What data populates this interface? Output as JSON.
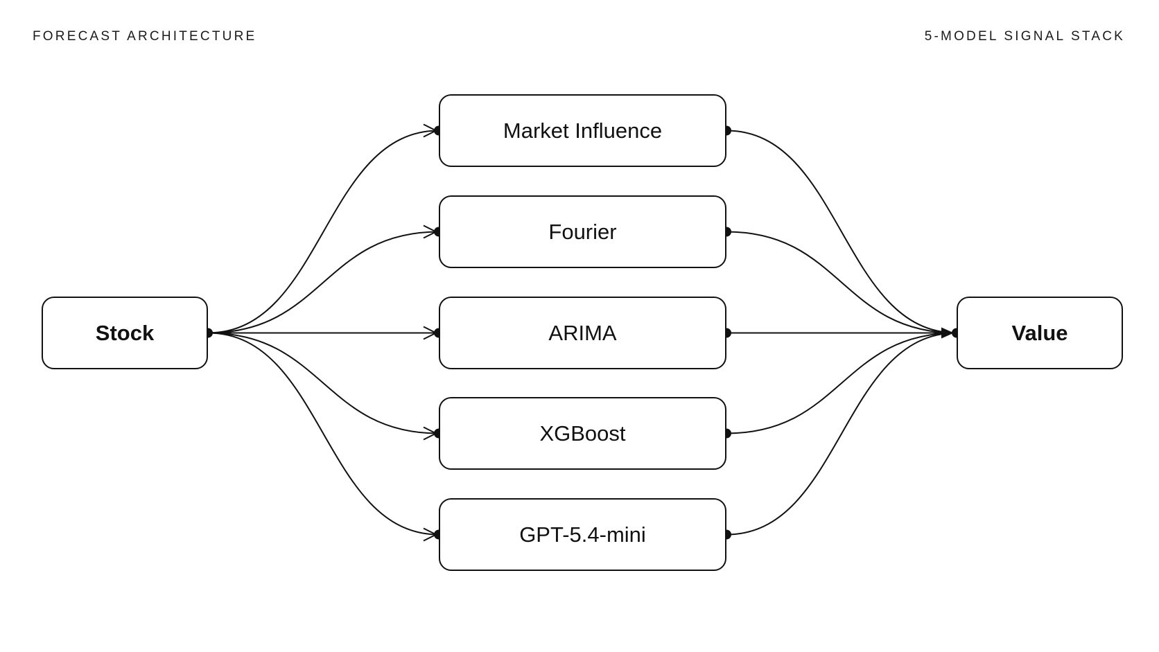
{
  "header": {
    "left_title": "FORECAST ARCHITECTURE",
    "right_title": "5-MODEL SIGNAL STACK"
  },
  "nodes": {
    "source": "Stock",
    "target": "Value",
    "models": [
      "Market Influence",
      "Fourier",
      "ARIMA",
      "XGBoost",
      "GPT-5.4-mini"
    ]
  },
  "edges": [
    {
      "from": "Stock",
      "to": "Market Influence"
    },
    {
      "from": "Stock",
      "to": "Fourier"
    },
    {
      "from": "Stock",
      "to": "ARIMA"
    },
    {
      "from": "Stock",
      "to": "XGBoost"
    },
    {
      "from": "Stock",
      "to": "GPT-5.4-mini"
    },
    {
      "from": "Market Influence",
      "to": "Value"
    },
    {
      "from": "Fourier",
      "to": "Value"
    },
    {
      "from": "ARIMA",
      "to": "Value"
    },
    {
      "from": "XGBoost",
      "to": "Value"
    },
    {
      "from": "GPT-5.4-mini",
      "to": "Value"
    }
  ]
}
